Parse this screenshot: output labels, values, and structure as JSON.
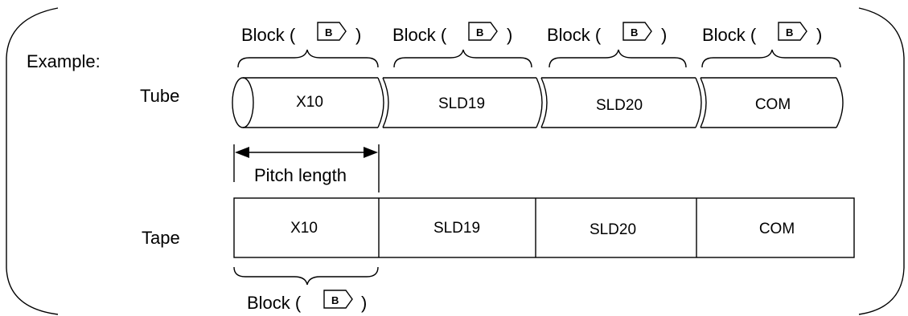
{
  "example_label": "Example:",
  "tube": {
    "label": "Tube",
    "blocks": [
      "X10",
      "SLD19",
      "SLD20",
      "COM"
    ]
  },
  "tape": {
    "label": "Tape",
    "blocks": [
      "X10",
      "SLD19",
      "SLD20",
      "COM"
    ]
  },
  "block_label": {
    "prefix": "Block (",
    "key": "B",
    "suffix": ")"
  },
  "pitch_length_label": "Pitch length"
}
